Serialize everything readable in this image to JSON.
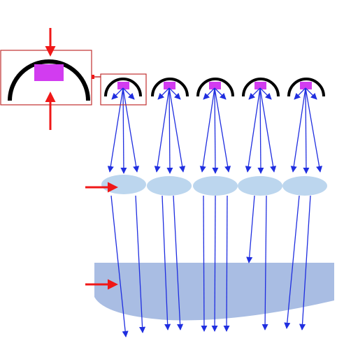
{
  "colors": {
    "background": "#ffffff",
    "led_chip": "#d23cf0",
    "dome": "#000000",
    "beam": "#1f2ee0",
    "lens": "#bcd6ee",
    "diffuser": "#a9bde3",
    "callout_box": "#c03030",
    "pointer_arrow": "#f01818"
  },
  "diagram": {
    "led_count": 5,
    "lens_count": 5,
    "has_magnified_view": true,
    "pointer_arrows": [
      "led-magnifier",
      "lens-row",
      "diffuser-plate"
    ]
  }
}
